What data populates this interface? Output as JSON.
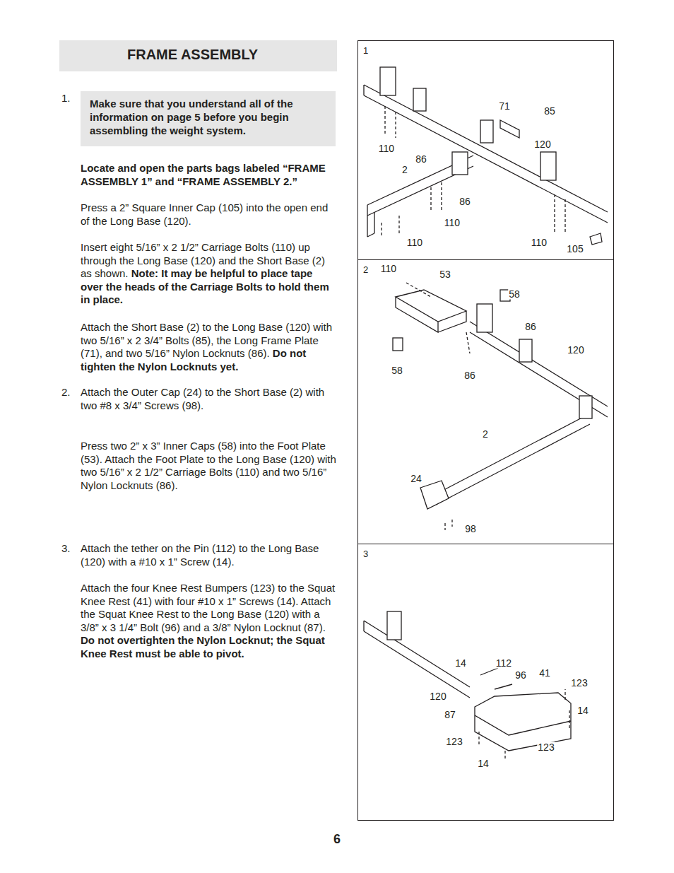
{
  "diagram": {
    "title": "FRAME ASSEMBLY",
    "nodes": [
      {
        "text": [
          "Make sure that you understand all of the information on page 5 before you begin assembling the weight system."
        ]
      },
      {
        "text": [
          "1"
        ]
      },
      {
        "text": [
          "2"
        ]
      },
      {
        "text": [
          "3"
        ]
      }
    ],
    "labels": [
      "1.",
      "Locate and open the parts bags labeled “FRAME ASSEMBLY 1” and “FRAME ASSEMBLY 2.”",
      "Press a 2” Square Inner Cap (105) into the open end of the Long Base (120).",
      "Insert eight 5/16” x 2 1/2” Carriage Bolts (110) up through the Long Base (120) and the Short Base (2) as shown.",
      "Note: It may be helpful to place tape over the heads of the Carriage Bolts to hold them in place.",
      "Attach the Short Base (2) to the Long Base (120) with two 5/16” x 2 3/4” Bolts (85), the Long Frame Plate (71), and two 5/16” Nylon Locknuts (86).",
      "Do not tighten the Nylon Locknuts yet.",
      "2.",
      "Attach the Outer Cap (24) to the Short Base (2) with two #8 x 3/4” Screws (98).",
      "Press two 2” x 3” Inner Caps (58) into the Foot Plate (53). Attach the Foot Plate to the Long Base (120) with two 5/16” x 2 1/2” Carriage Bolts (110) and two 5/16” Nylon Locknuts (86).",
      "3.",
      "Attach the tether on the Pin (112) to the Long Base (120) with a #10 x 1” Screw (14).",
      "Attach the four Knee Rest Bumpers (123) to the Squat Knee Rest (41) with four #10 x 1” Screws (14). Attach the Squat Knee Rest to the Long Base (120) with a 3/8” x 3 1/4” Bolt (96) and a 3/8” Nylon Locknut (87).",
      "Do not overtighten the Nylon Locknut; the Squat Knee Rest must be able to pivot.",
      "6",
      "71",
      "85",
      "110",
      "120",
      "86",
      "2",
      "86",
      "110",
      "110",
      "110",
      "105",
      "110",
      "53",
      "58",
      "86",
      "120",
      "58",
      "86",
      "2",
      "24",
      "98",
      "14",
      "112",
      "96",
      "41",
      "123",
      "120",
      "14",
      "87",
      "123",
      "123",
      "14"
    ]
  }
}
